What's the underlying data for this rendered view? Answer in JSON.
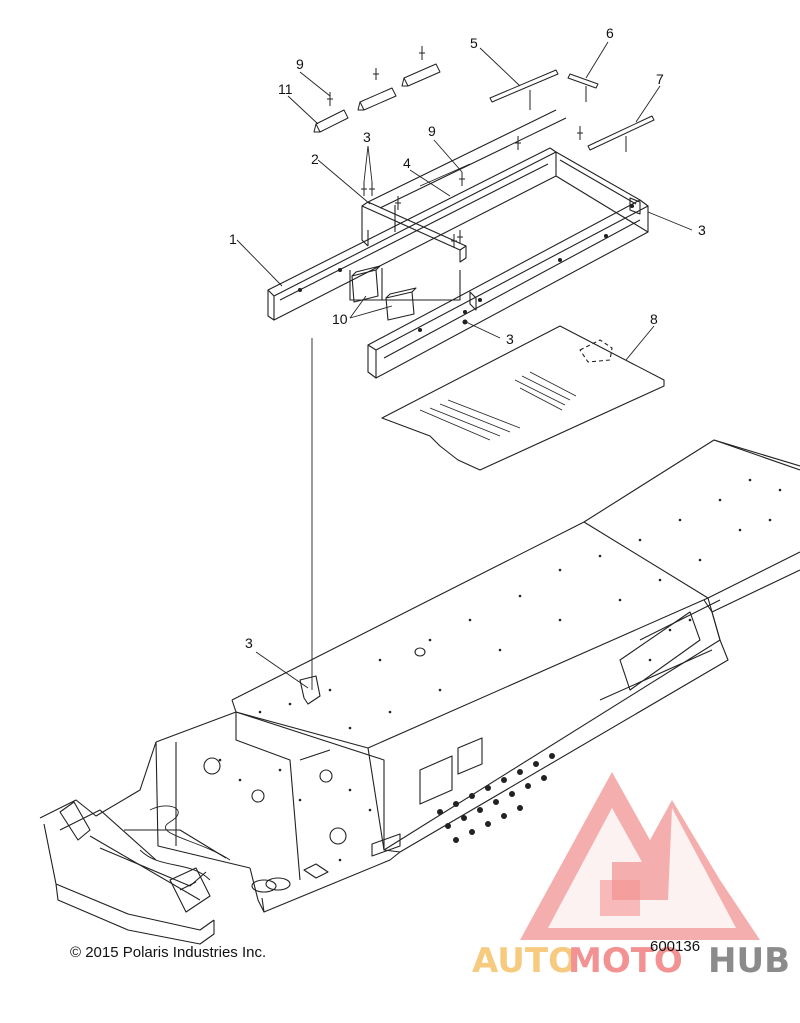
{
  "callouts": {
    "c1": "1",
    "c2": "2",
    "c3a": "3",
    "c3b": "3",
    "c3c": "3",
    "c3d": "3",
    "c4": "4",
    "c5": "5",
    "c6": "6",
    "c7": "7",
    "c8": "8",
    "c9a": "9",
    "c9b": "9",
    "c10": "10",
    "c11": "11"
  },
  "footer": {
    "copyright": "© 2015 Polaris Industries Inc.",
    "figure_id": "600136"
  },
  "watermark": {
    "part1": "AUTO",
    "part2": "MOTO",
    "part3": "HUB",
    "color_primary": "#f08080",
    "color_secondary": "#f5c26b",
    "color_dark": "#777777"
  }
}
